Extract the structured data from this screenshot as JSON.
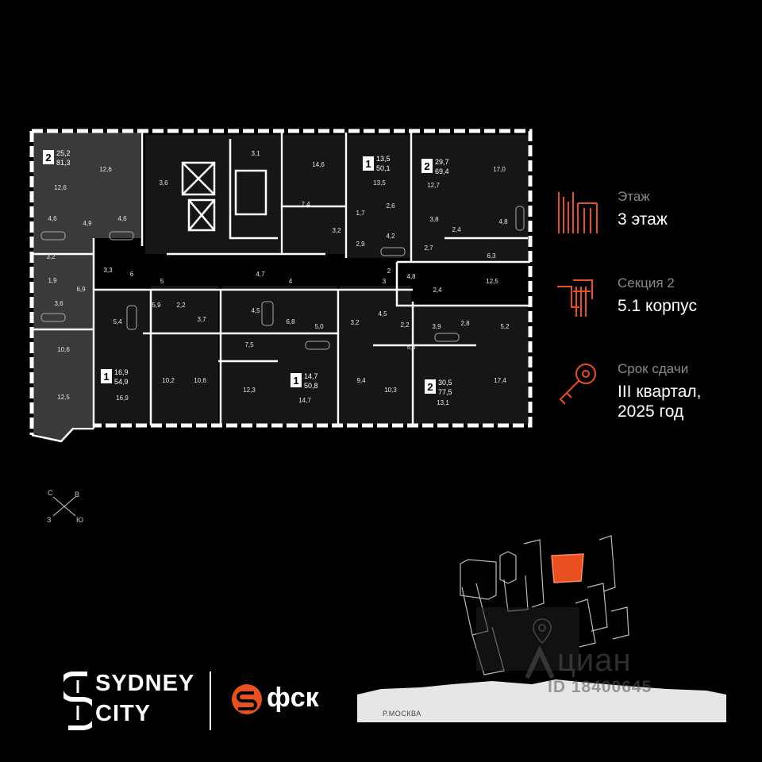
{
  "floor": {
    "label": "Этаж",
    "value": "3 этаж"
  },
  "section": {
    "label": "Секция 2",
    "value": "5.1 корпус"
  },
  "completion": {
    "label": "Срок сдачи",
    "value_line1": "III квартал,",
    "value_line2": "2025 год"
  },
  "compass": {
    "n": "С",
    "e": "В",
    "w": "З",
    "s": "Ю"
  },
  "apartments": [
    {
      "rooms": "2",
      "living": "25,2",
      "total": "81,3"
    },
    {
      "rooms": "1",
      "living": "13,5",
      "total": "50,1"
    },
    {
      "rooms": "2",
      "living": "29,7",
      "total": "69,4"
    },
    {
      "rooms": "1",
      "living": "16,9",
      "total": "54,9"
    },
    {
      "rooms": "1",
      "living": "14,7",
      "total": "50,8"
    },
    {
      "rooms": "2",
      "living": "30,5",
      "total": "77,5"
    }
  ],
  "room_areas": [
    "12,6",
    "12,6",
    "4,6",
    "4,9",
    "4,6",
    "3,2",
    "1,9",
    "6,9",
    "3,6",
    "10,6",
    "12,5",
    "3,3",
    "3,6",
    "3,1",
    "14,6",
    "7,4",
    "13,5",
    "1,7",
    "2,6",
    "3,2",
    "4,2",
    "2,9",
    "12,7",
    "17,0",
    "3,8",
    "4,8",
    "2,4",
    "2,7",
    "6,3",
    "4,7",
    "5",
    "6",
    "4",
    "3",
    "2",
    "4,8",
    "12,5",
    "2,4",
    "5,4",
    "5,9",
    "2,2",
    "3,7",
    "4,5",
    "6,8",
    "5,0",
    "3,2",
    "4,5",
    "2,2",
    "3,9",
    "2,8",
    "5,2",
    "7,5",
    "5,5",
    "10,2",
    "10,6",
    "12,3",
    "9,4",
    "10,3",
    "17,4",
    "16,9",
    "14,7",
    "13,1"
  ],
  "logos": {
    "sydney_line1": "SYDNEY",
    "sydney_line2": "CITY",
    "fsk": "фск"
  },
  "site_map": {
    "river_label": "Р.МОСКВА"
  },
  "watermark": {
    "brand": "циан",
    "id": "ID 18400645"
  },
  "colors": {
    "accent": "#e8501f",
    "background": "#000000",
    "apartment_fill": "#3a3a3a"
  }
}
